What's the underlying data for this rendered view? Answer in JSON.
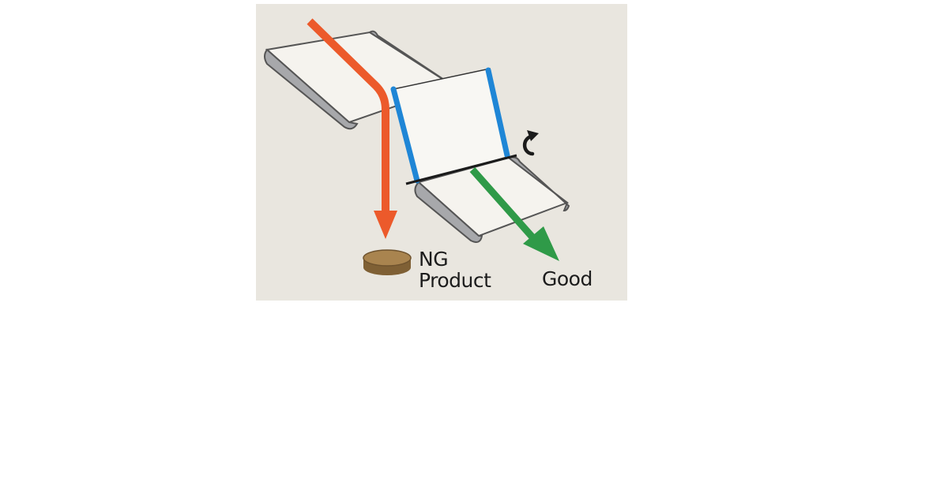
{
  "labels": {
    "ng": "NG",
    "product": "Product",
    "good": "Good"
  },
  "icons": {
    "rotation": "rotate-clockwise-icon",
    "product": "disc-product-icon"
  },
  "colors": {
    "background": "#e9e6df",
    "belt_surface": "#f5f3ee",
    "belt_roller": "#a7a8ab",
    "gate_edge": "#1f86d6",
    "ng_arrow": "#ec5a2b",
    "good_arrow": "#2f9a48",
    "product_disc": "#a9844f",
    "text": "#1c1c1c"
  }
}
